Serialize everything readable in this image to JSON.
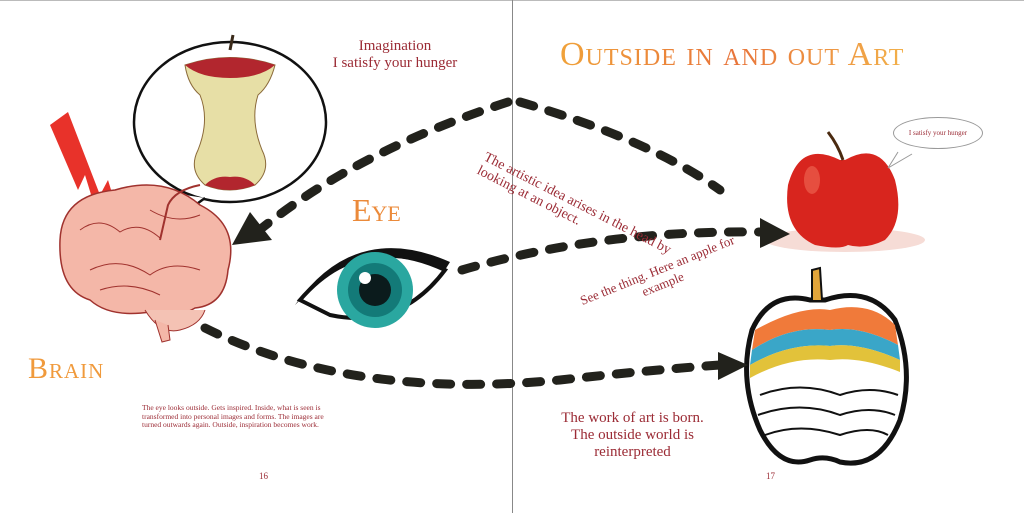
{
  "left_page": {
    "heading_line1": "Imagination",
    "heading_line2": "I satisfy your hunger",
    "eye_label": "Eye",
    "brain_label": "Brain",
    "body_text": "The eye looks outside. Gets inspired. Inside, what is seen is transformed into personal images and forms. The images are turned outwards again. Outside, inspiration becomes work.",
    "page_number": "16"
  },
  "right_page": {
    "title": "Outside in and out Art",
    "idea_caption": "The artistic idea arises in the head by looking at an object.",
    "see_caption": "See the thing. Here an apple for example",
    "apple_bubble": "I satisfy your hunger",
    "born_line1": "The work of art is born.",
    "born_line2": "The outside world is",
    "born_line3": "reinterpreted",
    "page_number": "17"
  },
  "colors": {
    "text": "#9b2b35",
    "title_orange": "#e8743a",
    "arrow": "#22221c",
    "lightning": "#e8322a",
    "brain": "#f4b7a8"
  }
}
